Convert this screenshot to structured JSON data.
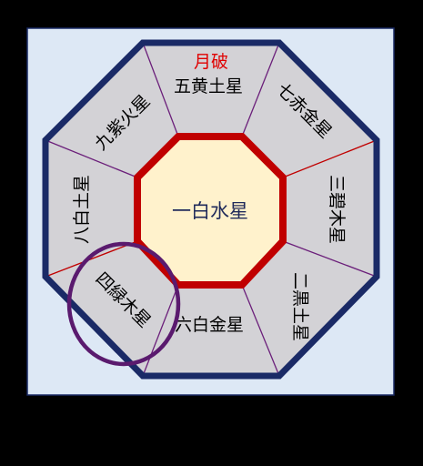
{
  "diagram": {
    "center": "一白水星",
    "sectors": {
      "top": "五黄土星",
      "top_right": "七赤金星",
      "right": "三碧木星",
      "bottom_right": "二黒土星",
      "bottom": "六白金星",
      "bottom_left": "四緑木星",
      "left": "八白土星",
      "top_left": "九紫火星"
    },
    "annotation": "月破",
    "colors": {
      "background_panel": "#dde8f5",
      "outer_border": "#1a2a66",
      "sector_fill": "#d3d2d6",
      "divider_line": "#6b1f7a",
      "inner_border": "#c00000",
      "center_fill": "#fff2cc",
      "highlight_circle": "#5a1a6e",
      "annotation_text": "#e00000"
    }
  }
}
